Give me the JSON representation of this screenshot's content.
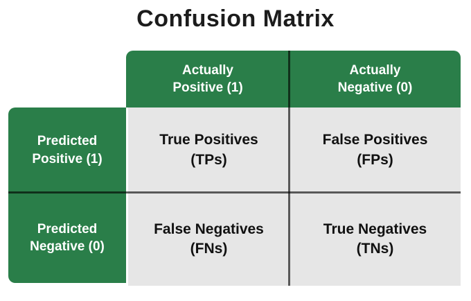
{
  "title": "Confusion Matrix",
  "colors": {
    "green": "#2a7e49",
    "cell_gray": "#e6e6e6",
    "divider": "rgba(0,0,0,0.62)",
    "header_text": "#ffffff",
    "cell_text": "#111111",
    "title_text": "#1c1c1c"
  },
  "matrix": {
    "column_headers": [
      {
        "line1": "Actually",
        "line2": "Positive (1)"
      },
      {
        "line1": "Actually",
        "line2": "Negative (0)"
      }
    ],
    "row_headers": [
      {
        "line1": "Predicted",
        "line2": "Positive (1)"
      },
      {
        "line1": "Predicted",
        "line2": "Negative (0)"
      }
    ],
    "cells": [
      [
        {
          "line1": "True Positives",
          "line2": "(TPs)"
        },
        {
          "line1": "False Positives",
          "line2": "(FPs)"
        }
      ],
      [
        {
          "line1": "False Negatives",
          "line2": "(FNs)"
        },
        {
          "line1": "True Negatives",
          "line2": "(TNs)"
        }
      ]
    ]
  }
}
